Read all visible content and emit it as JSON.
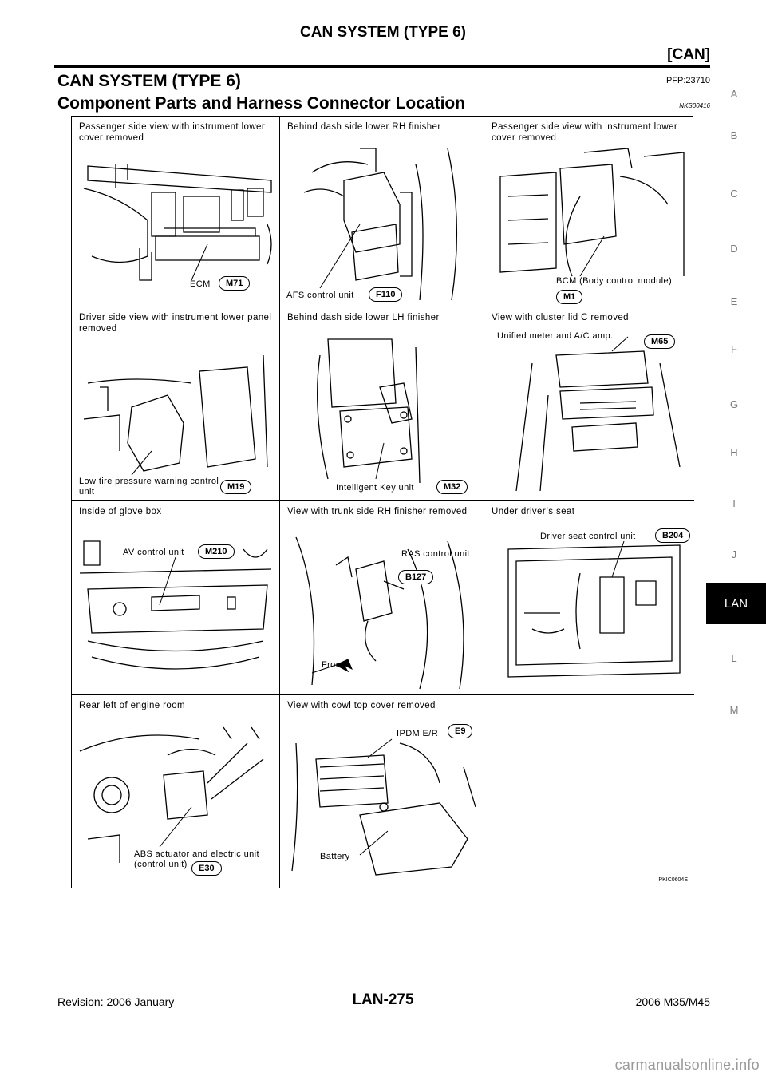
{
  "header": {
    "title": "CAN SYSTEM (TYPE 6)",
    "tag": "[CAN]"
  },
  "section": {
    "title": "CAN SYSTEM (TYPE 6)",
    "code": "PFP:23710"
  },
  "subsection": {
    "title": "Component Parts and Harness Connector Location",
    "code": "NKS00416"
  },
  "side_index": [
    "A",
    "B",
    "C",
    "D",
    "E",
    "F",
    "G",
    "H",
    "I",
    "J",
    "LAN",
    "L",
    "M"
  ],
  "figure": {
    "id": "PKIC0604E",
    "cells": [
      {
        "caption": "Passenger side view with instrument lower cover removed",
        "part": "ECM",
        "connector": "M71"
      },
      {
        "caption": "Behind dash side lower RH finisher",
        "part": "AFS control unit",
        "connector": "F110"
      },
      {
        "caption": "Passenger side view with instrument lower cover removed",
        "part": "BCM (Body control module)",
        "connector": "M1"
      },
      {
        "caption": "Driver side view with instrument lower panel removed",
        "part": "Low tire pressure warning control unit",
        "connector": "M19"
      },
      {
        "caption": "Behind dash side lower LH finisher",
        "part": "Intelligent Key unit",
        "connector": "M32"
      },
      {
        "caption": "View with cluster lid C removed",
        "part": "Unified meter and A/C amp.",
        "connector": "M65"
      },
      {
        "caption": "Inside of glove box",
        "part": "AV control unit",
        "connector": "M210"
      },
      {
        "caption": "View with trunk side RH finisher removed",
        "part": "RAS control unit",
        "connector": "B127",
        "extra": "Front"
      },
      {
        "caption": "Under driver’s seat",
        "part": "Driver seat control unit",
        "connector": "B204"
      },
      {
        "caption": "Rear left of engine room",
        "part": "ABS actuator and electric unit (control unit)",
        "connector": "E30"
      },
      {
        "caption": "View with cowl top cover removed",
        "part": "IPDM E/R",
        "connector": "E9",
        "extra": "Battery"
      }
    ]
  },
  "footer": {
    "revision": "Revision: 2006 January",
    "page": "LAN-275",
    "model": "2006 M35/M45"
  },
  "watermark": "carmanualsonline.info"
}
